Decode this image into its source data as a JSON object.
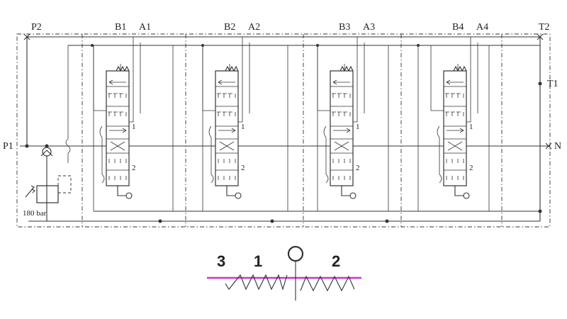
{
  "diagram": {
    "port_labels": {
      "p2": "P2",
      "p1": "P1",
      "t2": "T2",
      "t1": "T1",
      "n": "N",
      "relief_setting": "180 bar"
    },
    "sections": [
      {
        "b": "B1",
        "a": "A1"
      },
      {
        "b": "B2",
        "a": "A2"
      },
      {
        "b": "B3",
        "a": "A3"
      },
      {
        "b": "B4",
        "a": "A4"
      }
    ],
    "spool_positions": {
      "one": "1",
      "two": "2"
    }
  },
  "detent_legend": {
    "labels": {
      "three": "3",
      "one": "1",
      "two": "2"
    },
    "accent_color": "#cc33cc"
  }
}
